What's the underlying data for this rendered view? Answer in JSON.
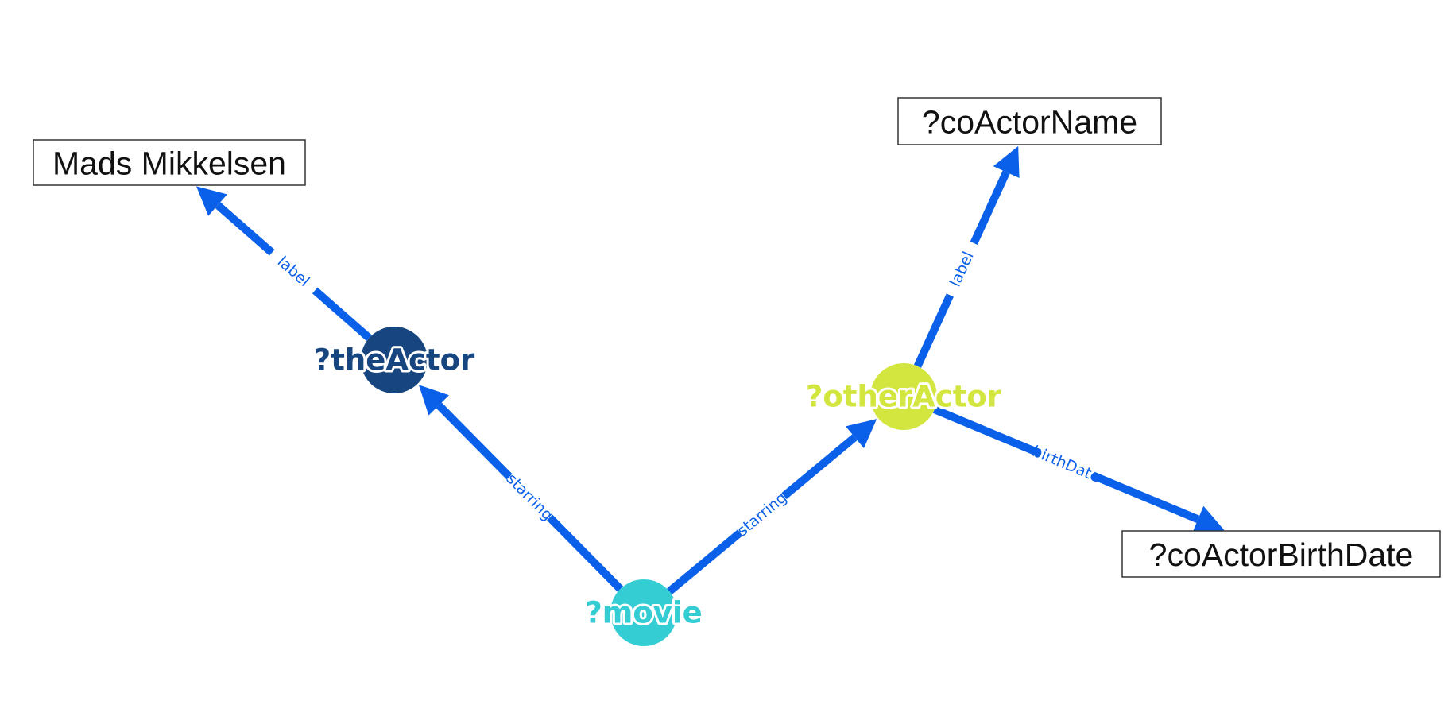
{
  "colors": {
    "edge": "#0a60e8",
    "edge_label": "#0a60e8",
    "literal_border": "#333333",
    "literal_text": "#111111"
  },
  "nodes": [
    {
      "id": "theActor",
      "label": "?theActor",
      "color": "#17457f"
    },
    {
      "id": "movie",
      "label": "?movie",
      "color": "#33cdd3"
    },
    {
      "id": "otherActor",
      "label": "?otherActor",
      "color": "#d3e63f"
    }
  ],
  "literals": [
    {
      "id": "madsMikkelsen",
      "text": "Mads Mikkelsen"
    },
    {
      "id": "coActorName",
      "text": "?coActorName"
    },
    {
      "id": "coActorBirthDate",
      "text": "?coActorBirthDate"
    }
  ],
  "edges": [
    {
      "id": "movie-theActor",
      "from": "movie",
      "to": "theActor",
      "label": "starring"
    },
    {
      "id": "theActor-madsMikkelsen",
      "from": "theActor",
      "to": "madsMikkelsen",
      "label": "label"
    },
    {
      "id": "movie-otherActor",
      "from": "movie",
      "to": "otherActor",
      "label": "starring"
    },
    {
      "id": "otherActor-coActorName",
      "from": "otherActor",
      "to": "coActorName",
      "label": "label"
    },
    {
      "id": "otherActor-coActorBirthDate",
      "from": "otherActor",
      "to": "coActorBirthDate",
      "label": "birthDate"
    }
  ]
}
